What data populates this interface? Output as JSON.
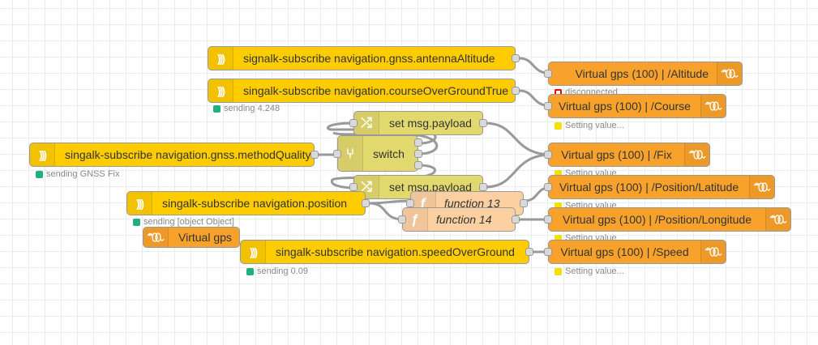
{
  "colors": {
    "signalk_node": "#ffcc00",
    "victron_node": "#f9a22b",
    "change_node": "#e2d96e",
    "function_node": "#fdd0a2",
    "status_connected": "#20b080",
    "status_pending": "#f5e000",
    "status_disconnected": "#e00000"
  },
  "nodes": {
    "sub_altitude": {
      "label": "signalk-subscribe navigation.gnss.antennaAltitude",
      "icon": "signal-waves-icon"
    },
    "sub_course": {
      "label": "singalk-subscribe navigation.courseOverGroundTrue",
      "icon": "signal-waves-icon",
      "status": "sending 4.248"
    },
    "sub_method": {
      "label": "singalk-subscribe navigation.gnss.methodQuality",
      "icon": "signal-waves-icon",
      "status": "sending GNSS Fix"
    },
    "sub_position": {
      "label": "singalk-subscribe navigation.position",
      "icon": "signal-waves-icon",
      "status": "sending [object Object]"
    },
    "sub_speed": {
      "label": "singalk-subscribe navigation.speedOverGround",
      "icon": "signal-waves-icon",
      "status": "sending 0.09"
    },
    "set_payload_1": {
      "label": "set msg.payload",
      "icon": "shuffle-icon"
    },
    "switch": {
      "label": "switch",
      "icon": "switch-branch-icon"
    },
    "set_payload_2": {
      "label": "set msg.payload",
      "icon": "shuffle-icon"
    },
    "function_13": {
      "label": "function 13",
      "icon": "function-icon"
    },
    "function_14": {
      "label": "function 14",
      "icon": "function-icon"
    },
    "vg_config": {
      "label": "Virtual gps",
      "icon": "victron-icon"
    },
    "out_altitude": {
      "label": "Virtual gps (100) | /Altitude",
      "icon": "victron-icon",
      "status": "disconnected"
    },
    "out_course": {
      "label": "Virtual gps (100) | /Course",
      "icon": "victron-icon",
      "status": "Setting value..."
    },
    "out_fix": {
      "label": "Virtual gps (100) | /Fix",
      "icon": "victron-icon",
      "status": "Setting value..."
    },
    "out_lat": {
      "label": "Virtual gps (100) | /Position/Latitude",
      "icon": "victron-icon",
      "status": "Setting value..."
    },
    "out_lon": {
      "label": "Virtual gps (100) | /Position/Longitude",
      "icon": "victron-icon",
      "status": "Setting value..."
    },
    "out_speed": {
      "label": "Virtual gps (100) | /Speed",
      "icon": "victron-icon",
      "status": "Setting value..."
    }
  },
  "glyphs": {
    "signal": ")))",
    "shuffle": "⤮",
    "switch": "⑂",
    "function": "ƒ"
  }
}
